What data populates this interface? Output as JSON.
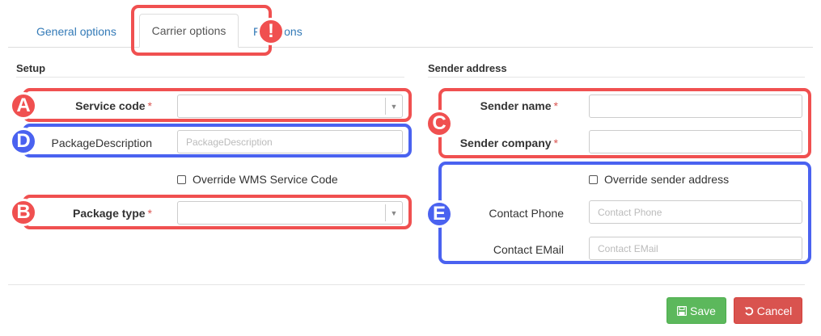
{
  "tabs": {
    "general": "General options",
    "carrier": "Carrier options",
    "third": "Functions"
  },
  "setup": {
    "title": "Setup",
    "service_code": {
      "label": "Service code",
      "required_mark": "*",
      "value": ""
    },
    "package_description": {
      "label": "PackageDescription",
      "placeholder": "PackageDescription"
    },
    "override_wms": {
      "label": "Override WMS Service Code",
      "checked": false
    },
    "package_type": {
      "label": "Package type",
      "required_mark": "*",
      "value": ""
    }
  },
  "sender": {
    "title": "Sender address",
    "sender_name": {
      "label": "Sender name",
      "required_mark": "*",
      "value": ""
    },
    "sender_company": {
      "label": "Sender company",
      "required_mark": "*",
      "value": ""
    },
    "override_sender": {
      "label": "Override sender address",
      "checked": false
    },
    "contact_phone": {
      "label": "Contact Phone",
      "placeholder": "Contact Phone"
    },
    "contact_email": {
      "label": "Contact EMail",
      "placeholder": "Contact EMail"
    }
  },
  "annotations": {
    "alert": "!",
    "a": "A",
    "b": "B",
    "c": "C",
    "d": "D",
    "e": "E"
  },
  "buttons": {
    "save": "Save",
    "cancel": "Cancel"
  },
  "colors": {
    "annotation_red": "#f05050",
    "annotation_blue": "#4a62f0",
    "save": "#5cb85c",
    "cancel": "#d9534f",
    "link": "#337ab7"
  }
}
